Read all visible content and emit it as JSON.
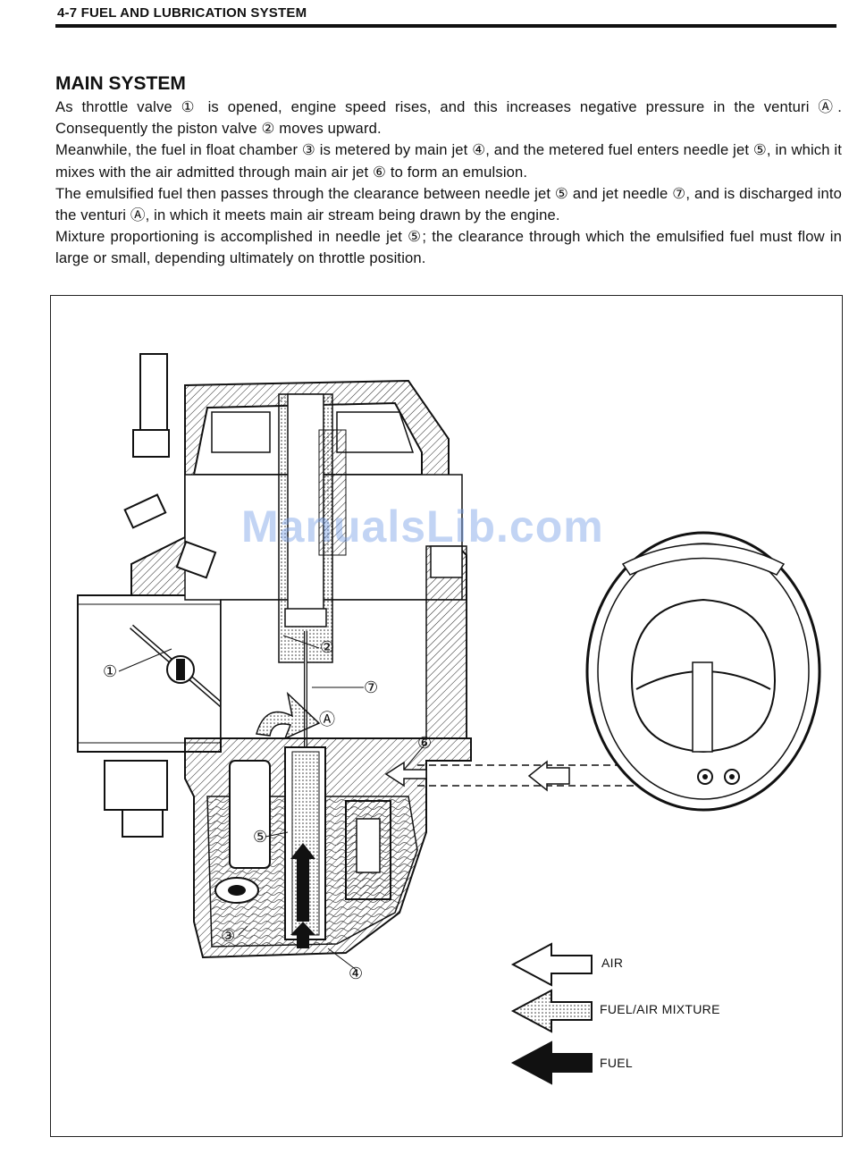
{
  "header": {
    "title": "4-7  FUEL AND LUBRICATION SYSTEM"
  },
  "section": {
    "title": "MAIN SYSTEM",
    "paragraphs": [
      "As throttle valve ① is opened, engine speed rises, and this increases negative pressure in the venturi Ⓐ. Consequently the piston valve ② moves upward.",
      "Meanwhile, the fuel in float chamber ③ is metered by main jet ④, and the metered fuel enters needle jet ⑤, in which it mixes with the air admitted through main air jet ⑥ to form an emulsion.",
      "The emulsified fuel then passes through the clearance between needle jet ⑤ and jet needle ⑦, and is discharged into the venturi Ⓐ, in which it meets main air stream being drawn by the engine.",
      "Mixture proportioning is accomplished in needle jet ⑤; the clearance through which the emulsified fuel must flow in large or small, depending ultimately on throttle position."
    ]
  },
  "figure": {
    "callouts": [
      "①",
      "②",
      "③",
      "④",
      "⑤",
      "⑥",
      "⑦",
      "Ⓐ"
    ],
    "legend": [
      {
        "label": "AIR",
        "style": "outline-arrow"
      },
      {
        "label": "FUEL/AIR MIXTURE",
        "style": "dotted-arrow"
      },
      {
        "label": "FUEL",
        "style": "solid-arrow"
      }
    ],
    "watermark": "ManualsLib.com"
  }
}
